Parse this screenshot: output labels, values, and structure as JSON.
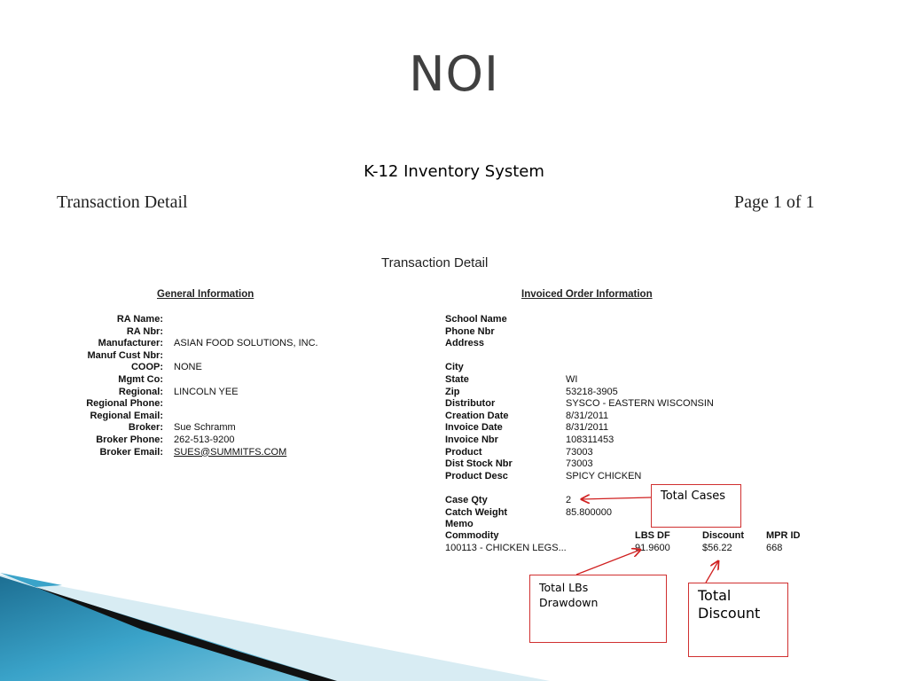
{
  "slide": {
    "title": "NOI",
    "subtitle": "K-12 Inventory System"
  },
  "document": {
    "header_left": "Transaction Detail",
    "header_right": "Page 1 of 1",
    "title": "Transaction Detail",
    "general_information": {
      "heading": "General Information",
      "fields": [
        {
          "label": "RA Name:",
          "value": ""
        },
        {
          "label": "RA Nbr:",
          "value": ""
        },
        {
          "label": "Manufacturer:",
          "value": "ASIAN FOOD SOLUTIONS, INC."
        },
        {
          "label": "Manuf Cust Nbr:",
          "value": ""
        },
        {
          "label": "COOP:",
          "value": "NONE"
        },
        {
          "label": "Mgmt Co:",
          "value": ""
        },
        {
          "label": "Regional:",
          "value": "LINCOLN YEE"
        },
        {
          "label": "Regional Phone:",
          "value": ""
        },
        {
          "label": "Regional Email:",
          "value": ""
        },
        {
          "label": "Broker:",
          "value": "Sue Schramm"
        },
        {
          "label": "Broker Phone:",
          "value": "262-513-9200"
        },
        {
          "label": "Broker Email:",
          "value": "SUES@SUMMITFS.COM"
        }
      ]
    },
    "invoiced_order_information": {
      "heading": "Invoiced Order Information",
      "fields": [
        {
          "label": "School Name",
          "value": ""
        },
        {
          "label": "Phone Nbr",
          "value": ""
        },
        {
          "label": "Address",
          "value": ""
        },
        {
          "label": "",
          "value": ""
        },
        {
          "label": "City",
          "value": ""
        },
        {
          "label": "State",
          "value": "WI"
        },
        {
          "label": "Zip",
          "value": "53218-3905"
        },
        {
          "label": "Distributor",
          "value": "SYSCO - EASTERN WISCONSIN"
        },
        {
          "label": "Creation Date",
          "value": "8/31/2011"
        },
        {
          "label": "Invoice Date",
          "value": "8/31/2011"
        },
        {
          "label": "Invoice Nbr",
          "value": "108311453"
        },
        {
          "label": "Product",
          "value": "73003"
        },
        {
          "label": "Dist Stock Nbr",
          "value": "73003"
        },
        {
          "label": "Product Desc",
          "value": "SPICY CHICKEN"
        },
        {
          "label": "",
          "value": ""
        },
        {
          "label": "Case Qty",
          "value": "2"
        },
        {
          "label": "Catch Weight",
          "value": "85.800000"
        },
        {
          "label": "Memo",
          "value": ""
        }
      ],
      "commodity_table": {
        "headers": [
          "Commodity",
          "LBS DF",
          "Discount",
          "MPR ID"
        ],
        "row": [
          "100113 - CHICKEN LEGS...",
          "91.9600",
          "$56.22",
          "668"
        ]
      }
    }
  },
  "callouts": {
    "total_cases": "Total Cases",
    "total_lbs_line1": "Total LBs",
    "total_lbs_line2": "Drawdown",
    "total_discount_line1": "Total",
    "total_discount_line2": "Discount"
  },
  "colors": {
    "callout_border": "#d03030",
    "arrow": "#d02020",
    "title": "#404040",
    "deco_blue": "#2a8fb5"
  }
}
